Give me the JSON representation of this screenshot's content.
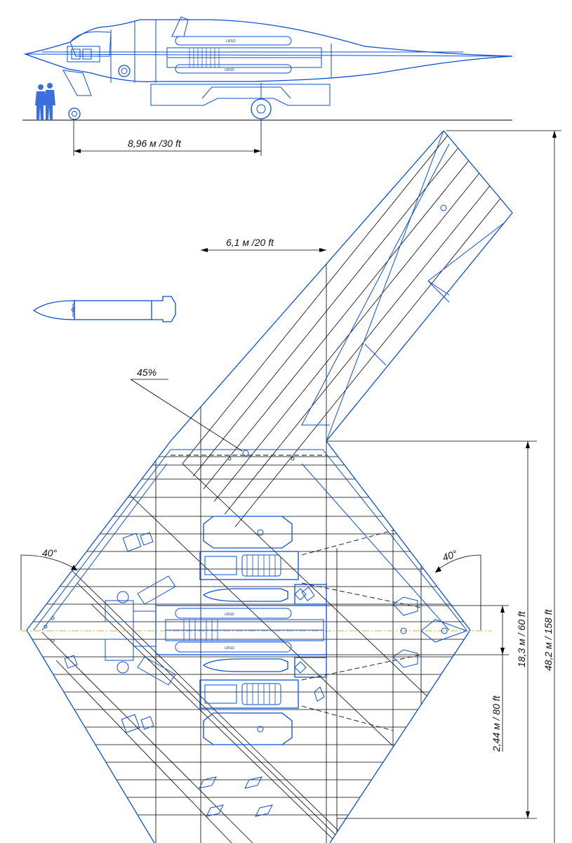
{
  "dimensions": {
    "length_side": "8,96 м /30 ft",
    "inner_span": "6,1 м /20 ft",
    "sweep_note": "45%",
    "sweep_left": "40°",
    "sweep_right": "40°",
    "bay_width": "18,3 м / 60 ft",
    "overall": "48,2 м / 158 ft",
    "small_width": "2,44 м / 80 ft"
  },
  "payload_labels": {
    "top_side": "LRSO",
    "bottom_side": "LRSO",
    "top_plan": "LRSO",
    "bottom_plan": "LRSO"
  },
  "colors": {
    "line_blue": "#0a4fd6",
    "line_black": "#000000",
    "centerline": "#e0a64a",
    "silhouette": "#3a6fe0"
  }
}
